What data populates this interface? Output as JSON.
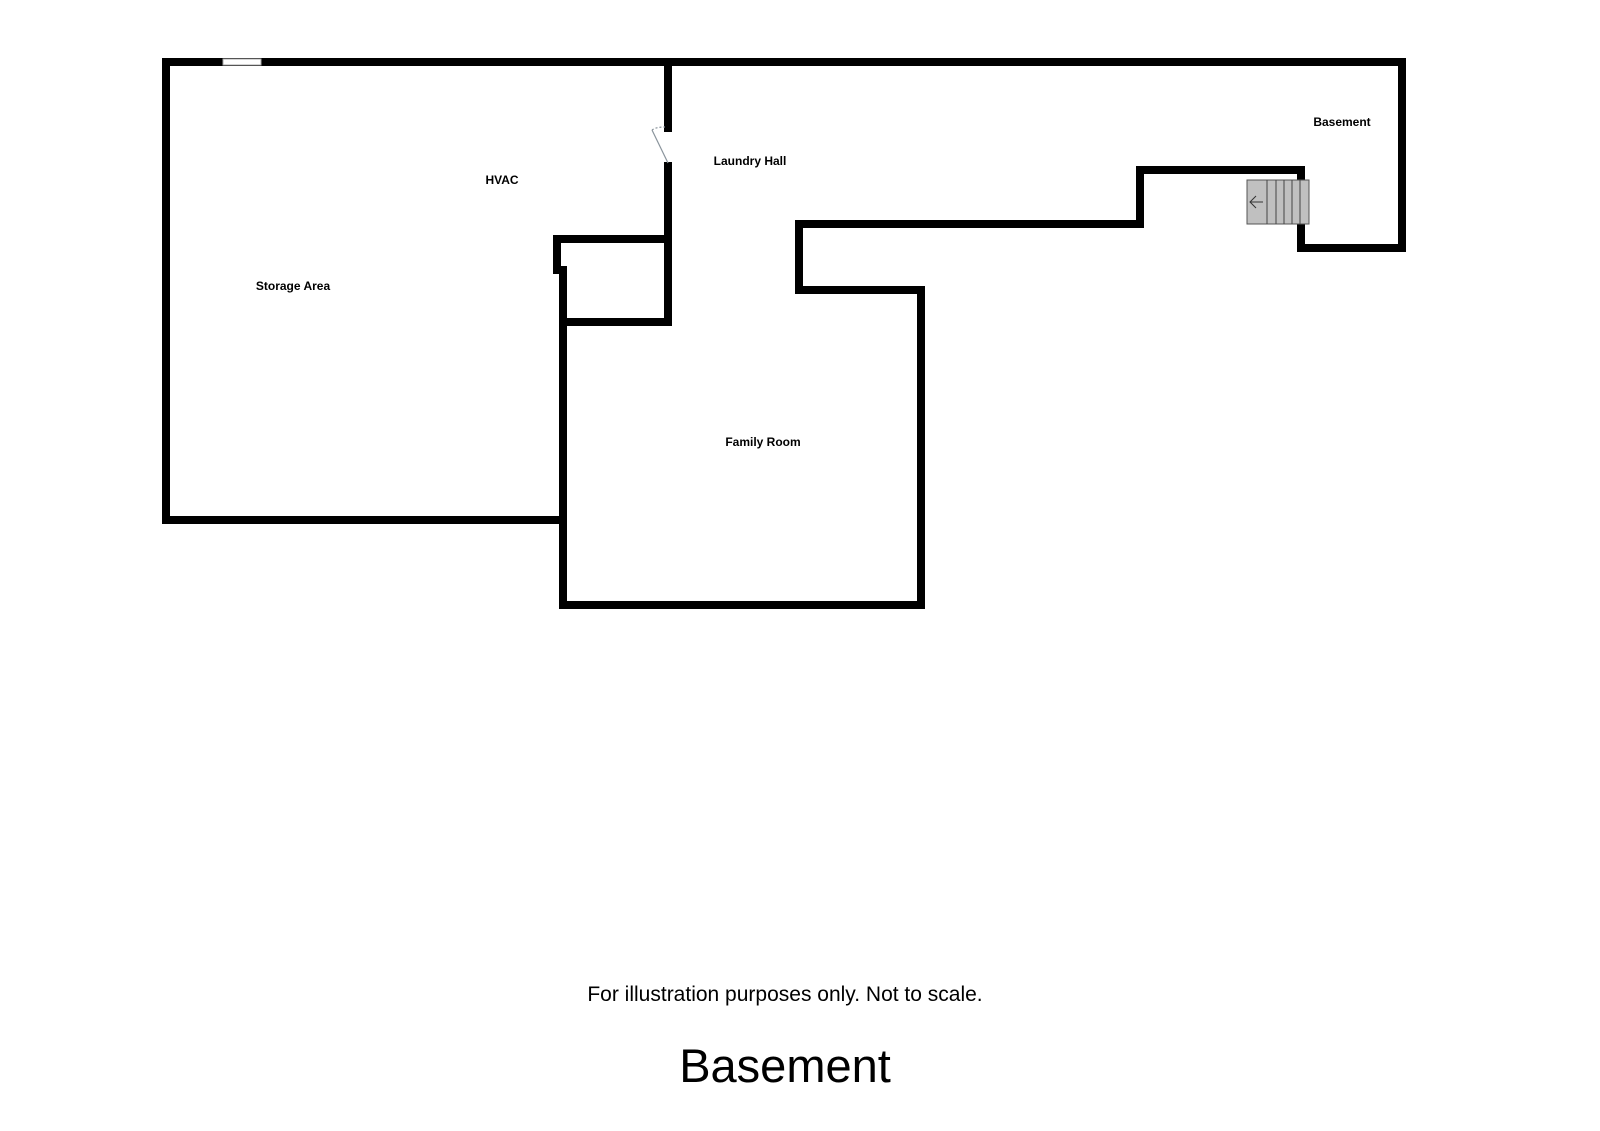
{
  "rooms": {
    "storage": "Storage Area",
    "hvac": "HVAC",
    "laundry": "Laundry Hall",
    "family": "Family Room",
    "basement": "Basement"
  },
  "footer": {
    "note": "For illustration purposes only. Not to scale.",
    "title": "Basement"
  },
  "colors": {
    "wall": "#000000",
    "stairs": "#c0c0c0",
    "door": "#8a949c"
  }
}
